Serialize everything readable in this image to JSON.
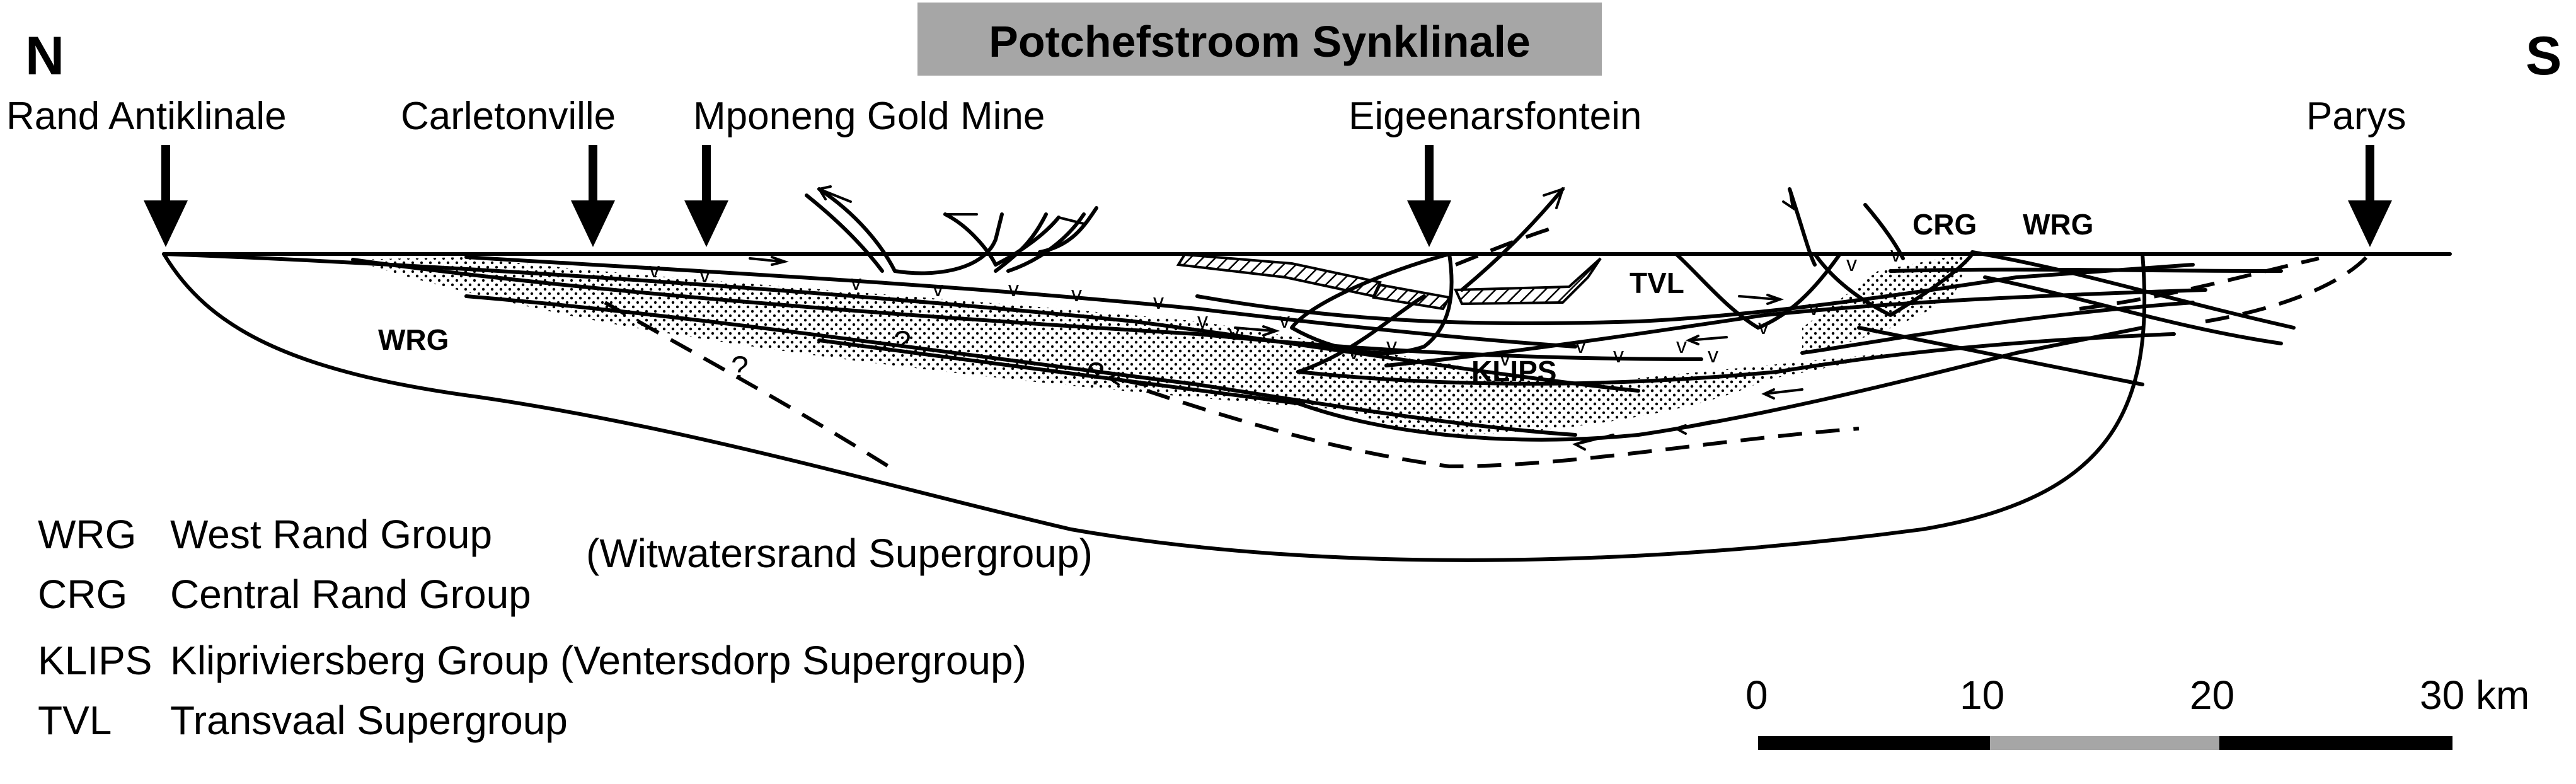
{
  "title": "Potchefstroom Synklinale",
  "compass": {
    "north": "N",
    "south": "S"
  },
  "locations": [
    {
      "label": "Rand Antiklinale"
    },
    {
      "label": "Carletonville"
    },
    {
      "label": "Mponeng Gold Mine"
    },
    {
      "label": "Eigeenarsfontein"
    },
    {
      "label": "Parys"
    }
  ],
  "unit_labels": {
    "wrg_left": "WRG",
    "wrg_right": "WRG",
    "crg": "CRG",
    "tvl": "TVL",
    "klips": "KLIPS",
    "question": "?"
  },
  "legend": [
    {
      "abbr": "WRG",
      "name": "West Rand Group"
    },
    {
      "abbr": "CRG",
      "name": "Central Rand Group"
    },
    {
      "abbr": "KLIPS",
      "name": "Klipriviersberg Group (Ventersdorp Supergroup)"
    },
    {
      "abbr": "TVL",
      "name": "Transvaal Supergroup"
    }
  ],
  "legend_bracket": "(Witwatersrand Supergroup)",
  "scale_bar": {
    "ticks": [
      "0",
      "10",
      "20",
      "30 km"
    ],
    "colors": [
      "#000000",
      "#a6a6a6",
      "#000000"
    ]
  },
  "colors": {
    "title_box": "#a6a6a6",
    "ink": "#000000"
  }
}
